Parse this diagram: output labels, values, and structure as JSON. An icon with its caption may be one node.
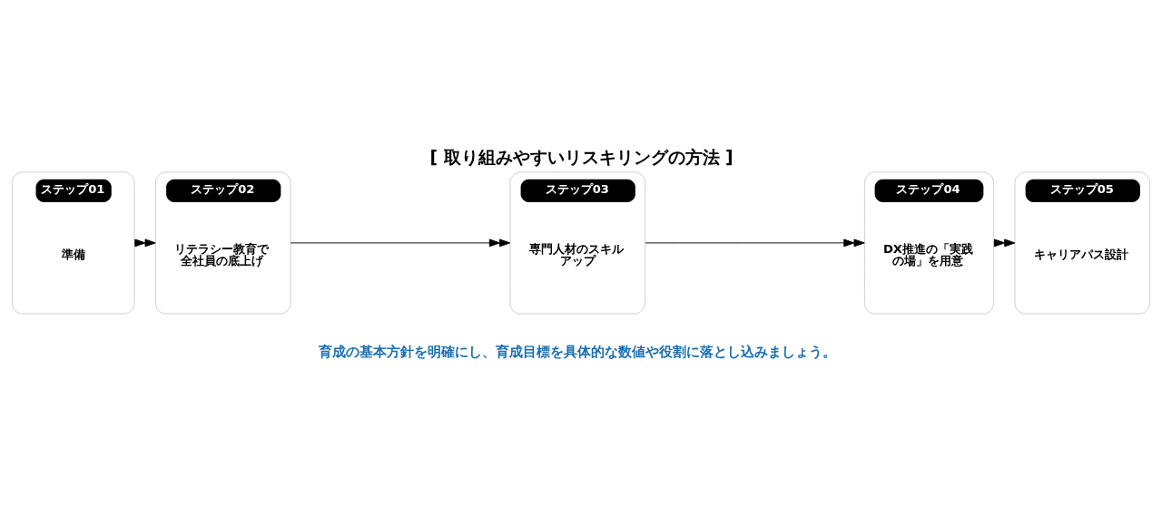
{
  "diagram": {
    "title": "[ 取り組みやすいリスキリングの方法 ]",
    "caption": "育成の基本方針を明確にし、育成目標を具体的な数値や役割に落とし込みましょう。",
    "nodes": [
      {
        "text": [
          "ステップ01",
          "準備"
        ]
      },
      {
        "text": [
          "ステップ02",
          "リテラシー教育で全社員の底上げ"
        ]
      },
      {
        "text": [
          "ステップ03",
          "専門人材のスキルアップ"
        ]
      },
      {
        "text": [
          "ステップ04",
          "DX推進の「実践の場」を用意"
        ]
      },
      {
        "text": [
          "ステップ05",
          "キャリアパス設計"
        ]
      }
    ],
    "edges": [
      {
        "from": 0,
        "to": 1,
        "arrow": "to"
      },
      {
        "from": 1,
        "to": 2,
        "arrow": "to"
      },
      {
        "from": 2,
        "to": 3,
        "arrow": "to"
      },
      {
        "from": 3,
        "to": 4,
        "arrow": "to"
      }
    ]
  }
}
